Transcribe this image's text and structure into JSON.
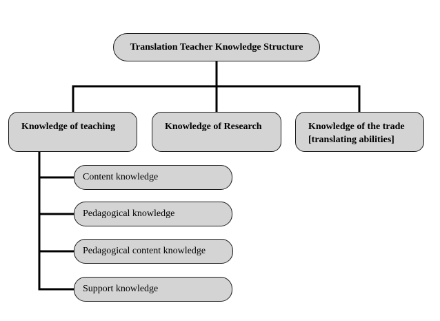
{
  "diagram": {
    "root": {
      "label": "Translation Teacher Knowledge Structure"
    },
    "branches": [
      {
        "label": "Knowledge of teaching",
        "line2": ""
      },
      {
        "label": "Knowledge of Research",
        "line2": ""
      },
      {
        "label": "Knowledge of the trade",
        "line2": "[translating abilities]"
      }
    ],
    "teaching_children": [
      {
        "label": "Content knowledge"
      },
      {
        "label": "Pedagogical knowledge"
      },
      {
        "label": "Pedagogical content knowledge"
      },
      {
        "label": "Support knowledge"
      }
    ]
  }
}
